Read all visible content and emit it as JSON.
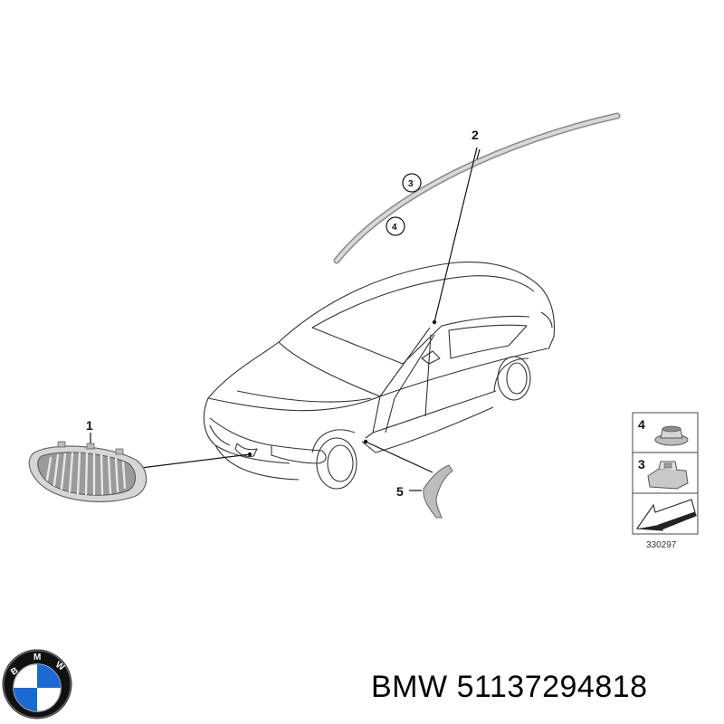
{
  "callouts": {
    "grille": "1",
    "moulding": "2",
    "ref_3": "3",
    "ref_4": "4",
    "trim": "5"
  },
  "legend": {
    "item_4": "4",
    "item_3": "3"
  },
  "diagram_number": "330297",
  "logo": {
    "brand_letters": "BMW",
    "colors": {
      "blue": "#1c69d4",
      "white": "#ffffff",
      "ring": "#111111"
    }
  },
  "footer": {
    "brand": "BMW",
    "part_number": "51137294818"
  }
}
